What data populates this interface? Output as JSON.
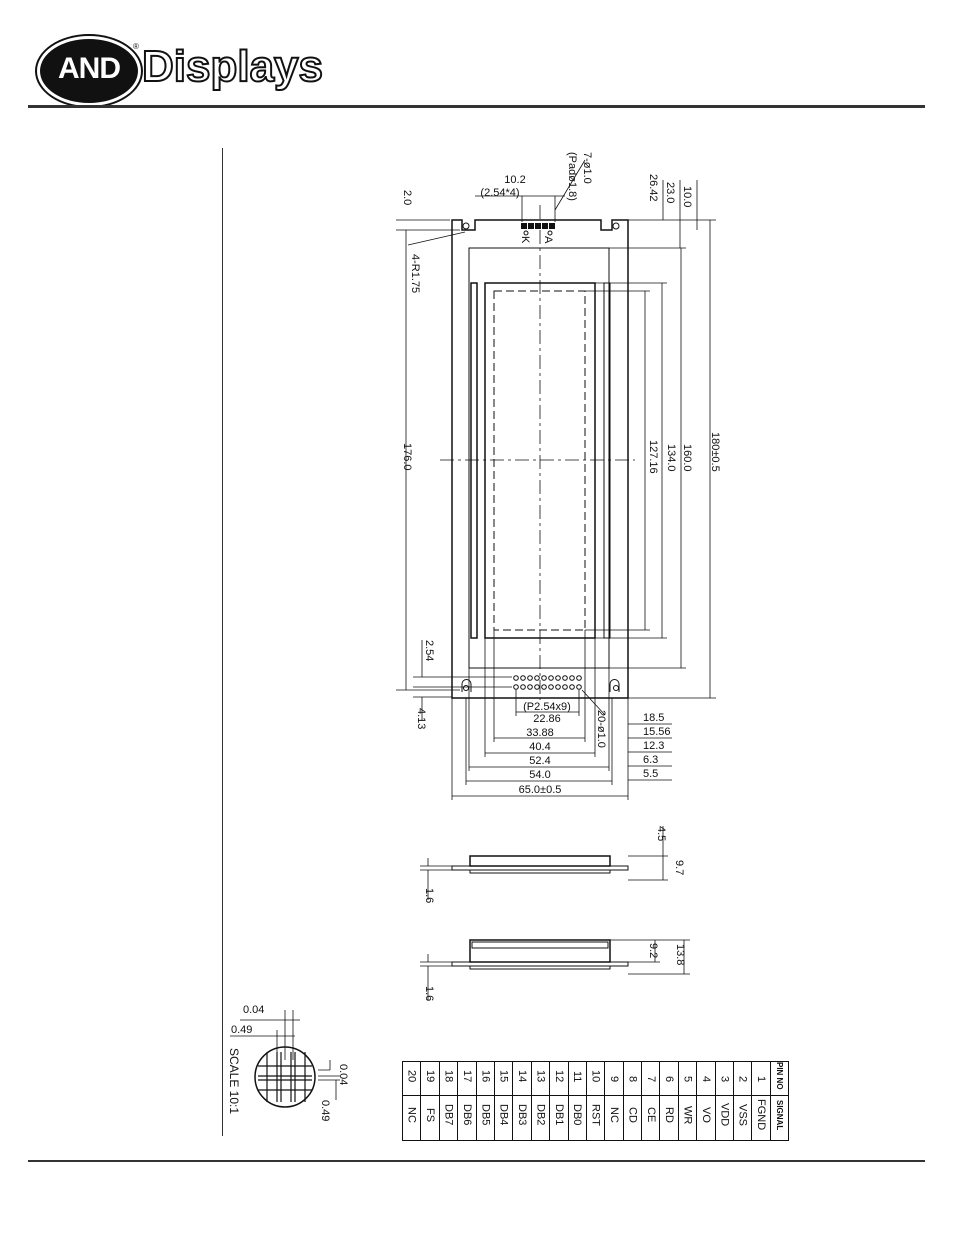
{
  "brand": {
    "logo_text": "AND",
    "registered": "®",
    "wordmark": "Displays"
  },
  "front_view": {
    "top_dims": {
      "backlight_pitch": "10.2",
      "backlight_pitch_note": "(2.54*4)",
      "backlight_holes": "7-ø1.0",
      "backlight_pad": "(Padø1.8)",
      "label_k": "K",
      "label_a": "A"
    },
    "left_dims": {
      "top_offset": "2.0",
      "corner_radius": "4-R1.75",
      "hole_pitch_v": "176.0",
      "pin_pitch": "2.54",
      "pin_offset": "4.13"
    },
    "right_dims": {
      "d26_42": "26.42",
      "d23_0": "23.0",
      "d10_0": "10.0",
      "outline_h": "180±0.5",
      "bezel_h": "160.0",
      "view_h": "134.0",
      "active_h": "127.16"
    },
    "bottom_dims": {
      "pin_pitch_note": "(P2.54x9)",
      "pin_span": "22.86",
      "d33_88": "33.88",
      "d40_4": "40.4",
      "d52_4": "52.4",
      "d54_0": "54.0",
      "outline_w": "65.0±0.5",
      "pin_holes": "20-ø1.0"
    },
    "right_bottom_dims": {
      "d18_5": "18.5",
      "d15_56": "15.56",
      "d12_3": "12.3",
      "d6_3": "6.3",
      "d5_5": "5.5"
    }
  },
  "side_view_1": {
    "top_dim": "4.5",
    "height": "9.7",
    "pcb": "1.6"
  },
  "side_view_2": {
    "inner": "9.2",
    "height": "13.8",
    "pcb": "1.6"
  },
  "dot_detail": {
    "gap_top": "0.04",
    "size_top": "0.49",
    "gap_side": "0.04",
    "size_side": "0.49",
    "scale": "SCALE  10:1"
  },
  "pin_table": {
    "header_pin": "PIN NO",
    "header_signal": "SIGNAL",
    "pins": [
      {
        "no": "20",
        "signal": "NC"
      },
      {
        "no": "19",
        "signal": "FS"
      },
      {
        "no": "18",
        "signal": "DB7"
      },
      {
        "no": "17",
        "signal": "DB6"
      },
      {
        "no": "16",
        "signal": "DB5"
      },
      {
        "no": "15",
        "signal": "DB4"
      },
      {
        "no": "14",
        "signal": "DB3"
      },
      {
        "no": "13",
        "signal": "DB2"
      },
      {
        "no": "12",
        "signal": "DB1"
      },
      {
        "no": "11",
        "signal": "DB0"
      },
      {
        "no": "10",
        "signal": "RST"
      },
      {
        "no": "9",
        "signal": "NC"
      },
      {
        "no": "8",
        "signal": "CD"
      },
      {
        "no": "7",
        "signal": "CE"
      },
      {
        "no": "6",
        "signal": "RD"
      },
      {
        "no": "5",
        "signal": "WR"
      },
      {
        "no": "4",
        "signal": "VO"
      },
      {
        "no": "3",
        "signal": "VDD"
      },
      {
        "no": "2",
        "signal": "VSS"
      },
      {
        "no": "1",
        "signal": "FGND"
      }
    ]
  }
}
